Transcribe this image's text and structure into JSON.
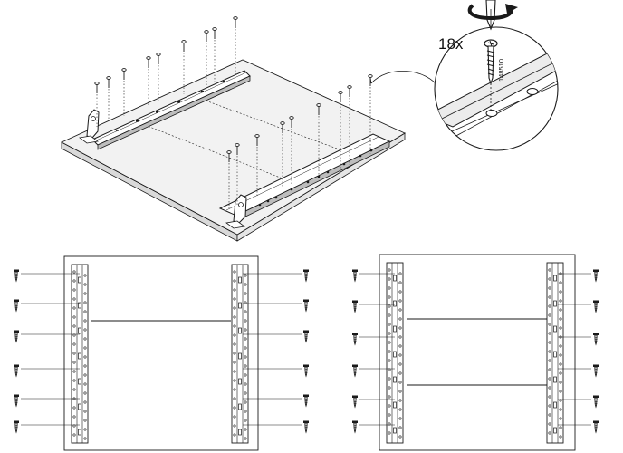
{
  "detail": {
    "quantity_label": "18x",
    "part_number": "148510"
  },
  "colors": {
    "ink": "#1a1a1a",
    "board_fill": "#f2f2f2",
    "board_edge": "#d9d9d9",
    "paper": "#ffffff"
  },
  "icons": {
    "screw": "wood-screw-icon",
    "rotation": "clockwise-rotation-arrow-icon",
    "screwdriver": "screwdriver-icon"
  },
  "panels": [
    {
      "name": "top-view-option-a",
      "rails_per_side": 1,
      "crossbars": 1
    },
    {
      "name": "top-view-option-b",
      "rails_per_side": 1,
      "crossbars": 2
    }
  ],
  "screws_per_rail": 6
}
